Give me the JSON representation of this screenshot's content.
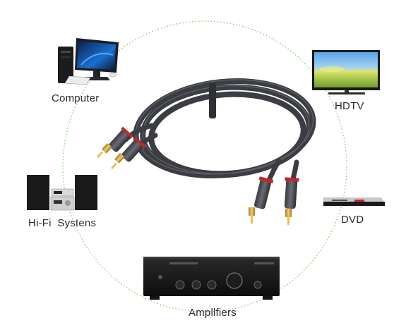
{
  "labels": {
    "computer": "Computer",
    "hdtv": "HDTV",
    "hifi": "Hi-Fi  Systens",
    "dvd": "DVD",
    "amplifier": "Ampllfiers"
  },
  "colors": {
    "circle": "#7ccf6a",
    "cable": "#3b3d42",
    "gold": "#d4a84a",
    "red_ring": "#c4252c"
  },
  "icons": [
    "computer-icon",
    "hdtv-icon",
    "hifi-system-icon",
    "dvd-player-icon",
    "amplifier-icon",
    "rca-cable-image"
  ]
}
